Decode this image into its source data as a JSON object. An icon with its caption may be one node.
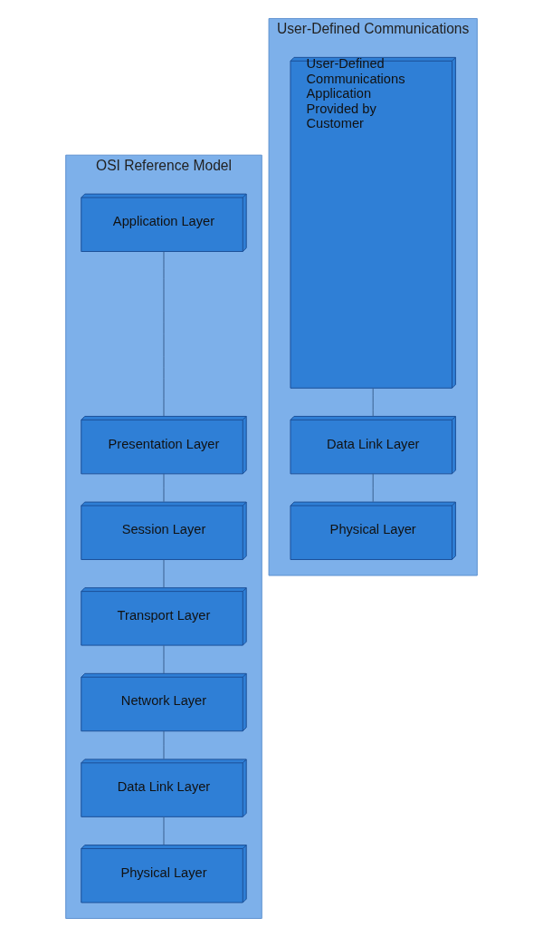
{
  "diagram": {
    "nodes": [
      {
        "text": [
          "OSI Reference Model"
        ]
      },
      {
        "text": [
          "Application Layer"
        ],
        "in": 0
      },
      {
        "text": [
          "Presentation Layer"
        ],
        "in": 0
      },
      {
        "text": [
          "Session Layer"
        ],
        "in": 0
      },
      {
        "text": [
          "Transport Layer"
        ],
        "in": 0
      },
      {
        "text": [
          "Network Layer"
        ],
        "in": 0
      },
      {
        "text": [
          "Data Link Layer"
        ],
        "in": 0
      },
      {
        "text": [
          "Physical Layer"
        ],
        "in": 0
      },
      {
        "text": [
          "User-Defined Communications"
        ]
      },
      {
        "text": [
          "User-Defined Communications Application Provided by Customer"
        ],
        "in": 8
      },
      {
        "text": [
          "Data Link Layer"
        ],
        "in": 8
      },
      {
        "text": [
          "Physical Layer"
        ],
        "in": 8
      }
    ],
    "edges": [
      {
        "from": 1,
        "to": 2,
        "arrow": "none"
      },
      {
        "from": 2,
        "to": 3,
        "arrow": "none"
      },
      {
        "from": 3,
        "to": 4,
        "arrow": "none"
      },
      {
        "from": 4,
        "to": 5,
        "arrow": "none"
      },
      {
        "from": 5,
        "to": 6,
        "arrow": "none"
      },
      {
        "from": 6,
        "to": 7,
        "arrow": "none"
      },
      {
        "from": 9,
        "to": 10,
        "arrow": "none"
      },
      {
        "from": 10,
        "to": 11,
        "arrow": "none"
      }
    ]
  }
}
